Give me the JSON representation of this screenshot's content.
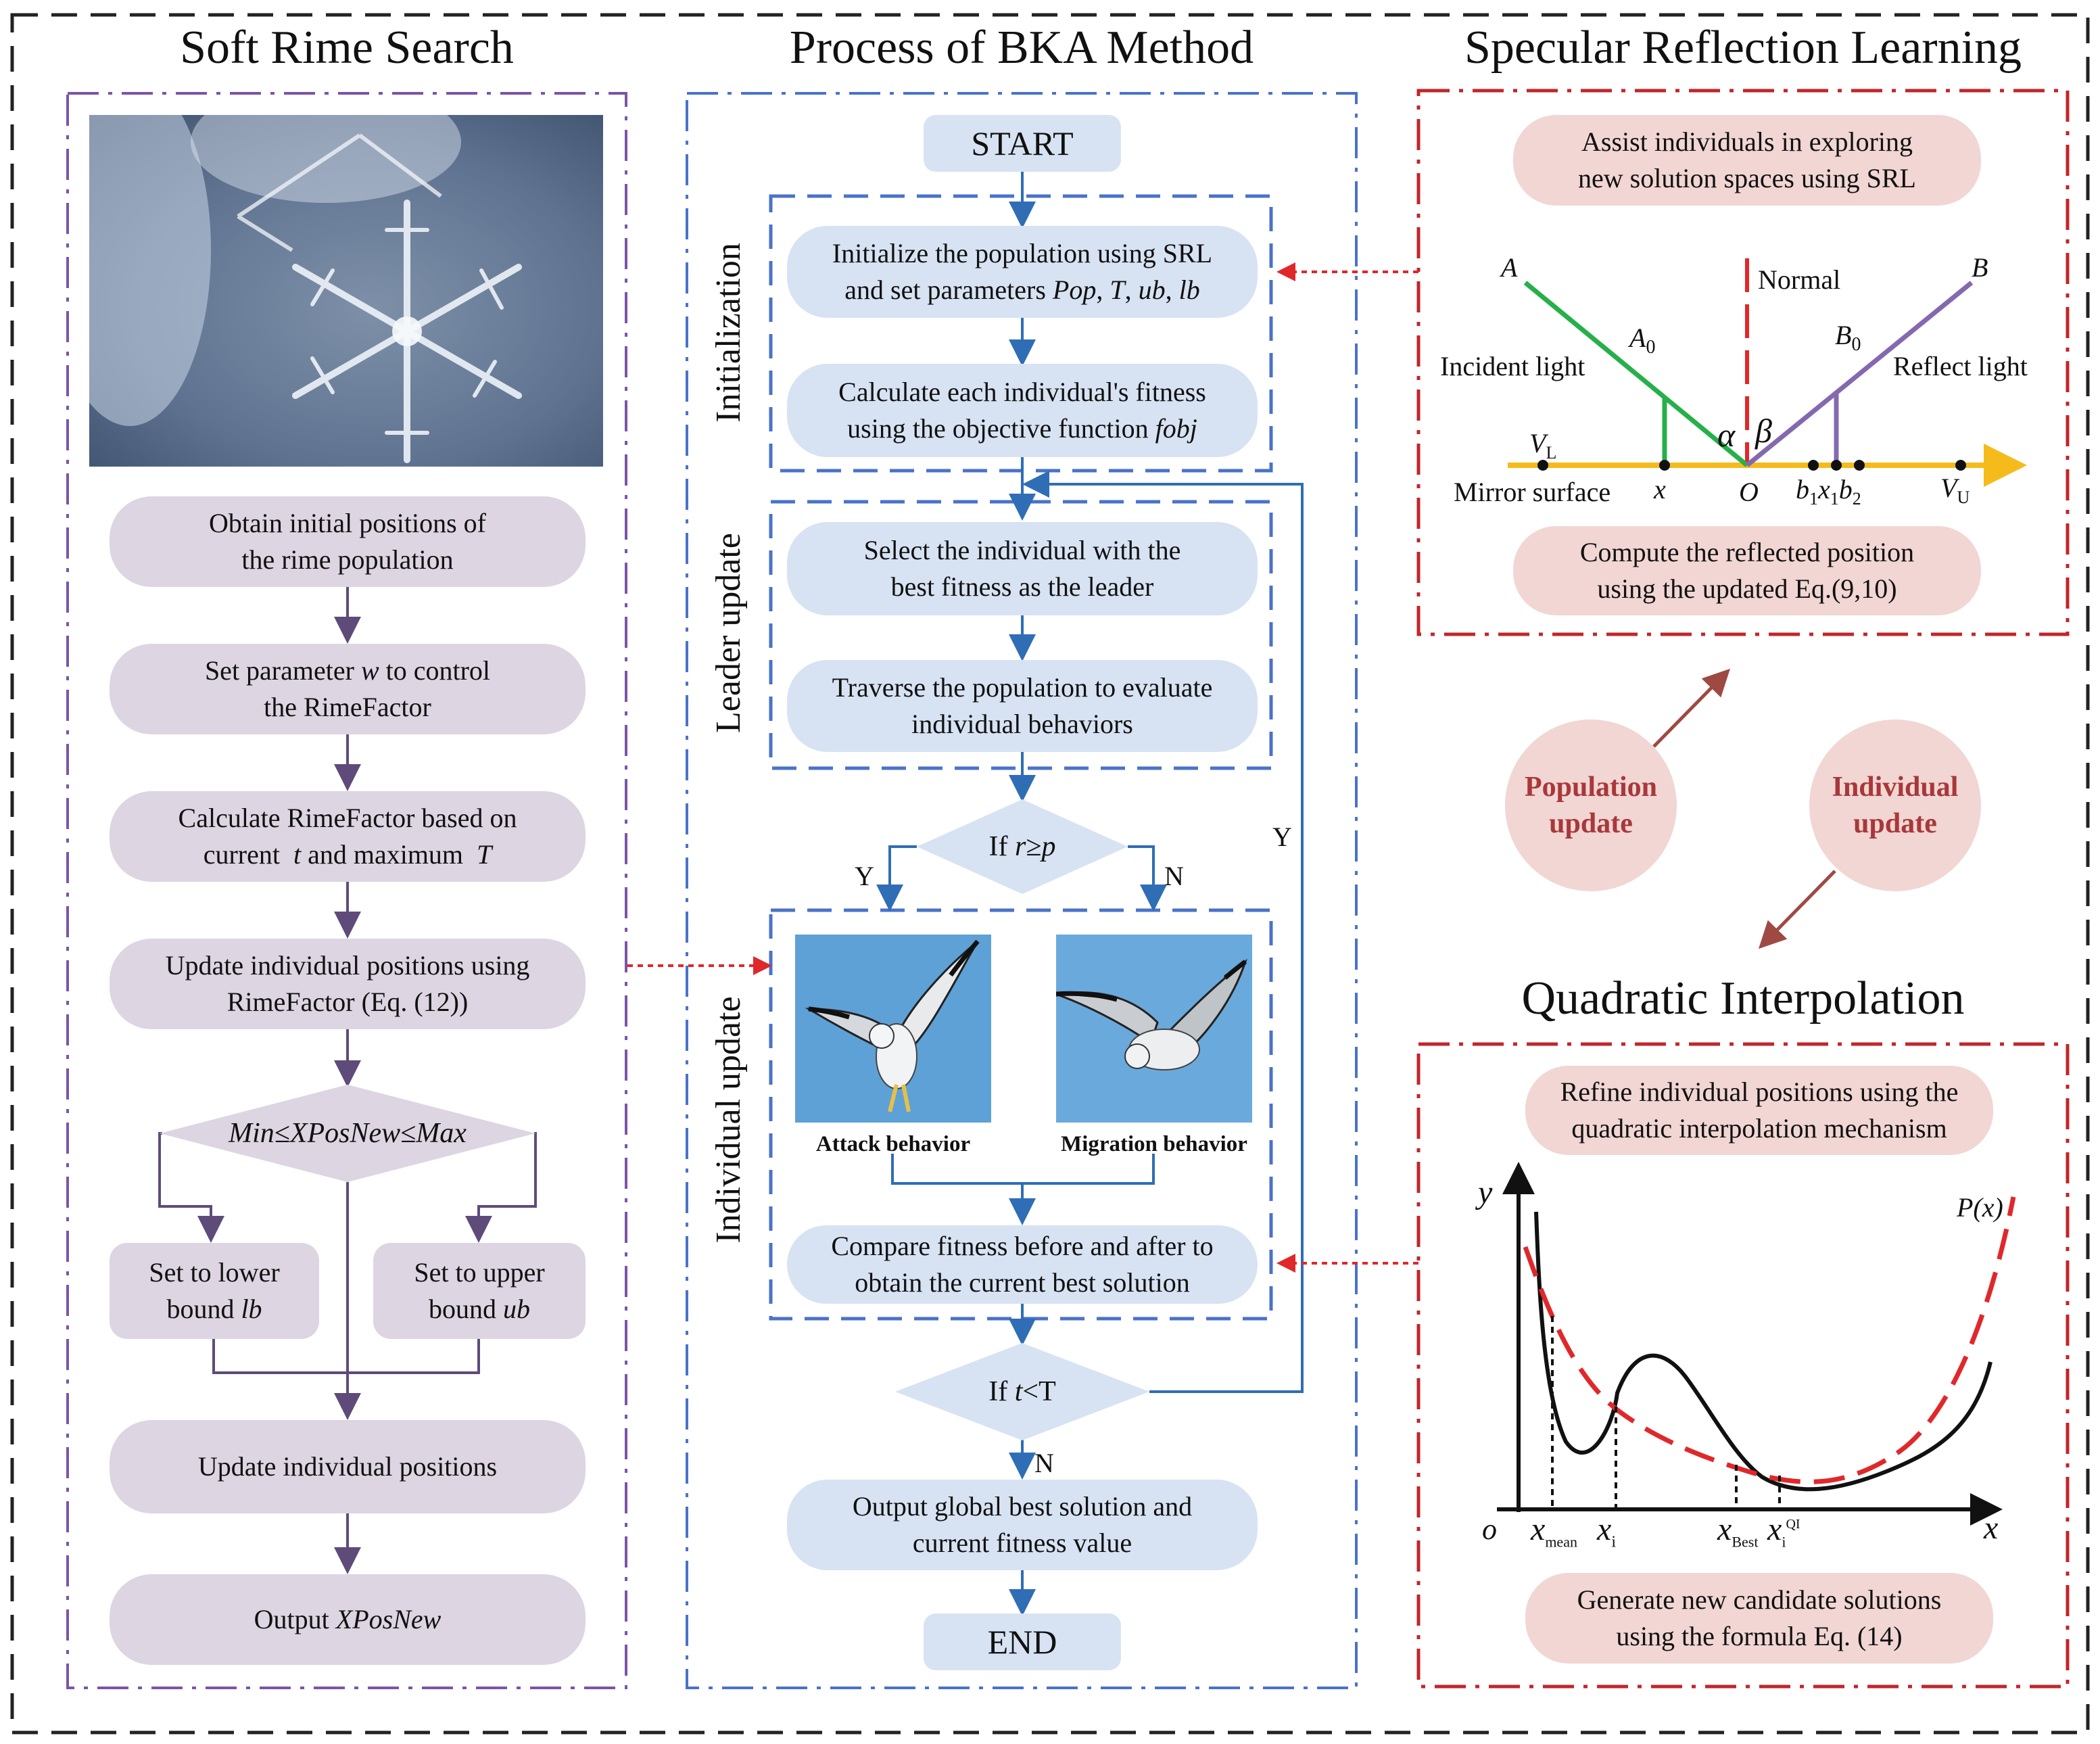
{
  "titles": {
    "left": "Soft Rime Search",
    "middle": "Process of BKA Method",
    "right": "Specular Reflection Learning",
    "qi": "Quadratic Interpolation"
  },
  "rime_flow": {
    "step1": [
      "Obtain initial positions of",
      "the rime population"
    ],
    "step2": [
      "Set parameter ",
      "w",
      " to control",
      "the RimeFactor"
    ],
    "step3": [
      "Calculate RimeFactor based on",
      "current  ",
      "t",
      " and maximum  ",
      "T"
    ],
    "step4": [
      "Update individual positions using",
      "RimeFactor (Eq. (12))"
    ],
    "condition": "Min≤XPosNew≤Max",
    "lower": [
      "Set to lower",
      "bound ",
      "lb"
    ],
    "upper": [
      "Set to upper",
      "bound ",
      "ub"
    ],
    "step5": "Update individual positions",
    "output": [
      "Output ",
      "XPosNew"
    ]
  },
  "bka_flow": {
    "start": "START",
    "init1": [
      "Initialize the population using SRL",
      "and set parameters ",
      "Pop",
      ", ",
      "T",
      ", ",
      "ub",
      ", ",
      "lb"
    ],
    "init2": [
      "Calculate each individual's fitness",
      "using the objective function ",
      "fobj"
    ],
    "lead1": [
      "Select the individual with the",
      "best fitness as the leader"
    ],
    "lead2": [
      "Traverse the population to evaluate",
      "individual behaviors"
    ],
    "cond1": [
      "If ",
      "r",
      "≥",
      "p"
    ],
    "attack": "Attack behavior",
    "migration": "Migration behavior",
    "compare": [
      "Compare fitness before and after to",
      "obtain the current best solution"
    ],
    "cond2": [
      "If ",
      "t",
      "<T"
    ],
    "output": [
      "Output global best solution and",
      "current fitness value"
    ],
    "end": "END",
    "y": "Y",
    "n": "N",
    "phases": {
      "init": "Initialization",
      "leader": "Leader update",
      "individual": "Individual update"
    }
  },
  "srl": {
    "top_box": [
      "Assist individuals in exploring",
      "new solution spaces using SRL"
    ],
    "bottom_box": [
      "Compute the reflected position",
      "using the updated Eq.(9,10)"
    ],
    "labels": {
      "A": "A",
      "B": "B",
      "A0": "A",
      "A0_sub": "0",
      "B0": "B",
      "B0_sub": "0",
      "normal": "Normal",
      "incident": "Incident light",
      "reflect": "Reflect light",
      "VL": "V",
      "VL_sub": "L",
      "VU": "V",
      "VU_sub": "U",
      "mirror": "Mirror surface",
      "x": "x",
      "O": "O",
      "alpha": "α",
      "beta": "β",
      "b1": "b",
      "b1_sub": "1",
      "x1": "x",
      "x1_sub": "1",
      "b2": "b",
      "b2_sub": "2"
    }
  },
  "updates": {
    "population": [
      "Population",
      "update"
    ],
    "individual": [
      "Individual",
      "update"
    ]
  },
  "qi": {
    "top_box": [
      "Refine individual positions using the",
      "quadratic interpolation mechanism"
    ],
    "bottom_box": [
      "Generate new candidate solutions",
      "using the formula Eq. (14)"
    ],
    "labels": {
      "y": "y",
      "o": "o",
      "x": "x",
      "Px": "P(x)",
      "xmean": "x",
      "xmean_sub": "mean",
      "xi": "x",
      "xi_sub": "i",
      "xbest": "x",
      "xbest_sub": "Best",
      "xqi": "x",
      "xqi_sub": "i",
      "xqi_sup": "QI"
    }
  },
  "colors": {
    "purple_frame": "#7b55a8",
    "blue_frame": "#4a72c9",
    "red_frame": "#c0262b",
    "purple_box": "#ddd5e2",
    "blue_box": "#d7e3f3",
    "pink_box": "#f1d6d3",
    "arrow_blue": "#2f6eb5",
    "arrow_purple": "#5e4b7a",
    "arrow_brown": "#9e4a42",
    "green_ray": "#26b04a",
    "purple_ray": "#8468b0",
    "mirror": "#f5bb1b",
    "dotted_red": "#e0282b"
  }
}
